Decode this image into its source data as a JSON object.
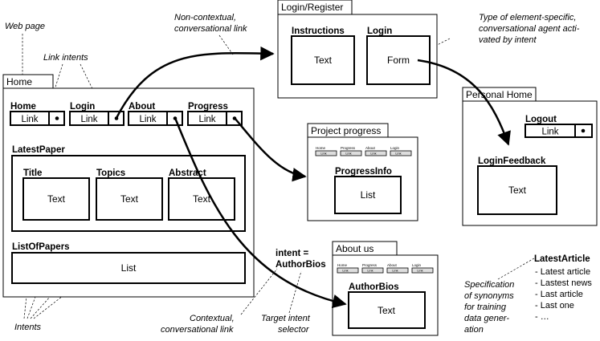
{
  "annotations": {
    "web_page": "Web page",
    "link_intents": "Link intents",
    "non_contextual_line1": "Non-contextual,",
    "non_contextual_line2": "conversational link",
    "element_specific_line1": "Type of element-specific,",
    "element_specific_line2": "conversational agent acti-",
    "element_specific_line3": "vated by intent",
    "intents": "Intents",
    "contextual_line1": "Contextual,",
    "contextual_line2": "conversational link",
    "target_selector_line1": "Target intent",
    "target_selector_line2": "selector",
    "synonyms_line1": "Specification",
    "synonyms_line2": "of synonyms",
    "synonyms_line3": "for training",
    "synonyms_line4": "data gener-",
    "synonyms_line5": "ation"
  },
  "home": {
    "tab": "Home",
    "nav": {
      "home": "Home",
      "login": "Login",
      "about": "About",
      "progress": "Progress",
      "link": "Link"
    },
    "latest_paper": "LatestPaper",
    "title": "Title",
    "topics": "Topics",
    "abstract": "Abstract",
    "text": "Text",
    "list_of_papers": "ListOfPapers",
    "list": "List"
  },
  "login_register": {
    "tab": "Login/Register",
    "instructions": "Instructions",
    "login": "Login",
    "text": "Text",
    "form": "Form"
  },
  "personal_home": {
    "tab": "Personal Home",
    "logout": "Logout",
    "link": "Link",
    "login_feedback": "LoginFeedback",
    "text": "Text"
  },
  "project_progress": {
    "tab": "Project progress",
    "mini_nav": {
      "home": "Home",
      "progress": "Progress",
      "about": "About",
      "login": "Login",
      "link": "Link"
    },
    "progress_info": "ProgressInfo",
    "list": "List"
  },
  "about_us": {
    "tab": "About us",
    "mini_nav": {
      "home": "Home",
      "progress": "Progress",
      "about": "About",
      "login": "Login",
      "link": "Link"
    },
    "author_bios": "AuthorBios",
    "text": "Text"
  },
  "intent_label": {
    "line1": "intent =",
    "line2": "AuthorBios"
  },
  "synonyms": {
    "heading": "LatestArticle",
    "items": [
      "- Latest article",
      "- Lastest news",
      "- Last article",
      "- Last one",
      "- …"
    ]
  }
}
